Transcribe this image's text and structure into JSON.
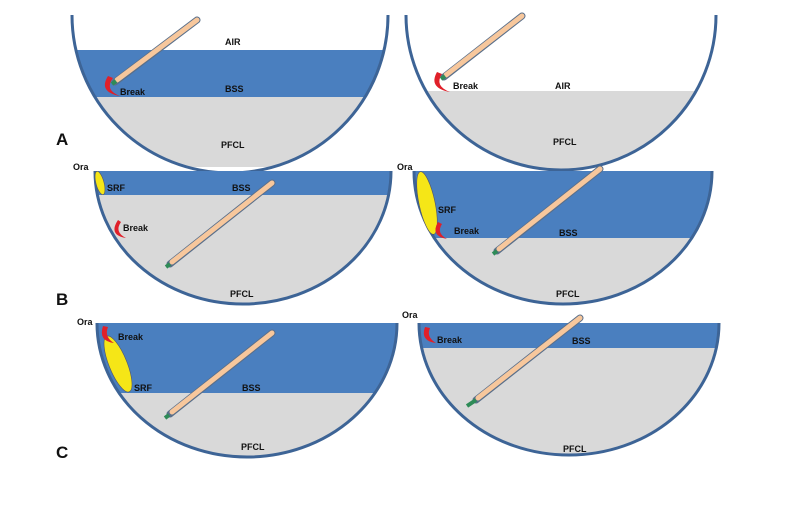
{
  "panels": {
    "A": {
      "label": "A",
      "left": {
        "air": "AIR",
        "bss": "BSS",
        "pfcl": "PFCL",
        "break": "Break"
      },
      "right": {
        "air": "AIR",
        "pfcl": "PFCL",
        "break": "Break"
      }
    },
    "B": {
      "label": "B",
      "left": {
        "ora": "Ora",
        "srf": "SRF",
        "bss": "BSS",
        "pfcl": "PFCL",
        "break": "Break"
      },
      "right": {
        "ora": "Ora",
        "srf": "SRF",
        "bss": "BSS",
        "pfcl": "PFCL",
        "break": "Break"
      }
    },
    "C": {
      "label": "C",
      "left": {
        "ora": "Ora",
        "srf": "SRF",
        "bss": "BSS",
        "pfcl": "PFCL",
        "break": "Break"
      },
      "right": {
        "ora": "Ora",
        "bss": "BSS",
        "pfcl": "PFCL",
        "break": "Break"
      }
    }
  },
  "colors": {
    "bss": "#4a7fbf",
    "pfcl": "#d9d9d9",
    "rim": "#3d6496",
    "break": "#e0202a",
    "srf": "#f5e617",
    "cannula": "#f7c79c"
  }
}
